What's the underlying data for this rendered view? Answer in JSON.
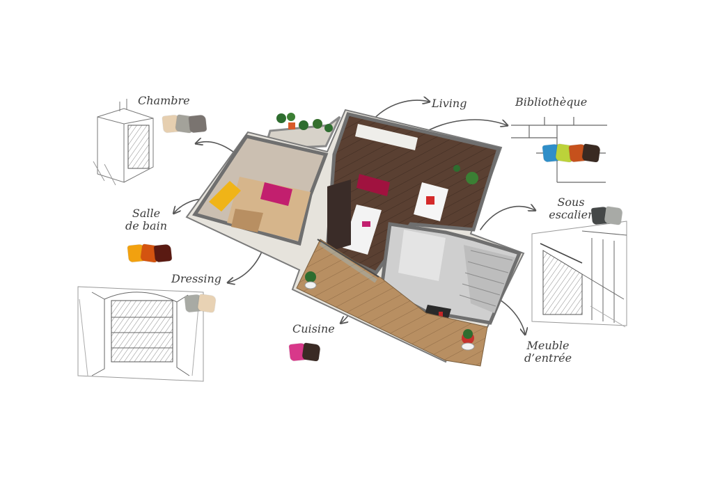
{
  "labels": {
    "chambre": "Chambre",
    "living": "Living",
    "bibliotheque": "Bibliothèque",
    "salle_line1": "Salle",
    "salle_line2": "de bain",
    "sous_line1": "Sous",
    "sous_line2": "escalier",
    "dressing": "Dressing",
    "cuisine": "Cuisine",
    "meuble_line1": "Meuble",
    "meuble_line2": "d’entrée"
  },
  "palettes": {
    "chambre": [
      "#e6cfb0",
      "#a3a29a",
      "#7a7470"
    ],
    "bibliotheque": [
      "#2f8ec8",
      "#bcd23a",
      "#c6511c",
      "#3a2a22"
    ],
    "salle_de_bain": [
      "#f2a10f",
      "#d45410",
      "#5a1a12"
    ],
    "sous_escalier": [
      "#454848",
      "#a8aaa6"
    ],
    "dressing": [
      "#a8aaa4",
      "#e8d2b4"
    ],
    "cuisine": [
      "#d8388a",
      "#3a2a24"
    ]
  },
  "colors": {
    "wall": "#8a8a8a",
    "wall_top": "#6f6f6f",
    "floor_wood": "#b88f62",
    "floor_dark": "#5a4032",
    "accent_pink": "#c21f6e",
    "arrow": "#555555",
    "sketch": "#777777"
  }
}
